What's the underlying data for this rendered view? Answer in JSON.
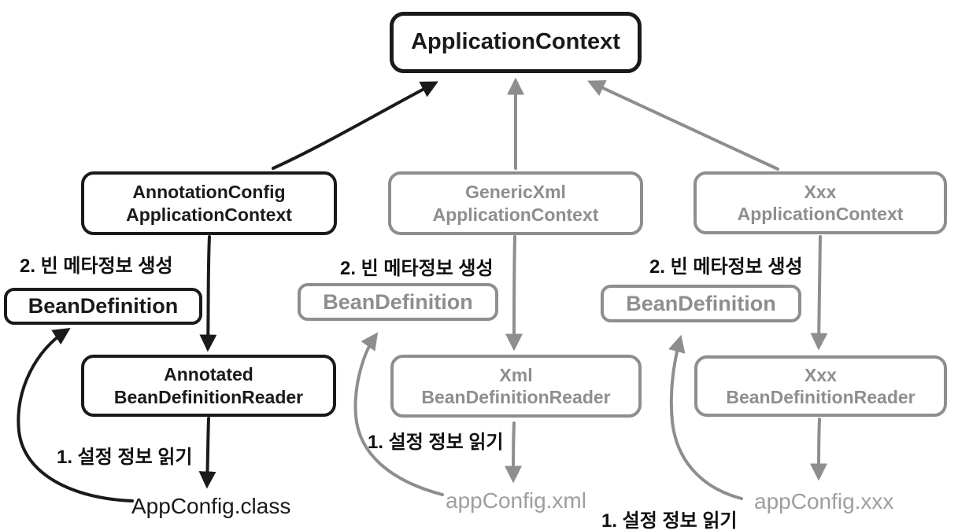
{
  "colors": {
    "active": "#1a1a1a",
    "inactive": "#8e8e8e",
    "background": "#ffffff"
  },
  "root_box": {
    "label": "ApplicationContext"
  },
  "columns": [
    {
      "state": "active",
      "context": {
        "line1": "AnnotationConfig",
        "line2": "ApplicationContext"
      },
      "step2_label": "2. 빈 메타정보 생성",
      "bean_definition_label": "BeanDefinition",
      "reader": {
        "line1": "Annotated",
        "line2": "BeanDefinitionReader"
      },
      "step1_label": "1. 설정 정보 읽기",
      "config_source": "AppConfig.class"
    },
    {
      "state": "inactive",
      "context": {
        "line1": "GenericXml",
        "line2": "ApplicationContext"
      },
      "step2_label": "2. 빈 메타정보 생성",
      "bean_definition_label": "BeanDefinition",
      "reader": {
        "line1": "Xml",
        "line2": "BeanDefinitionReader"
      },
      "step1_label": "1. 설정 정보 읽기",
      "config_source": "appConfig.xml"
    },
    {
      "state": "inactive",
      "context": {
        "line1": "Xxx",
        "line2": "ApplicationContext"
      },
      "step2_label": "2. 빈 메타정보 생성",
      "bean_definition_label": "BeanDefinition",
      "reader": {
        "line1": "Xxx",
        "line2": "BeanDefinitionReader"
      },
      "step1_label": "1. 설정 정보 읽기",
      "config_source": "appConfig.xxx"
    }
  ]
}
